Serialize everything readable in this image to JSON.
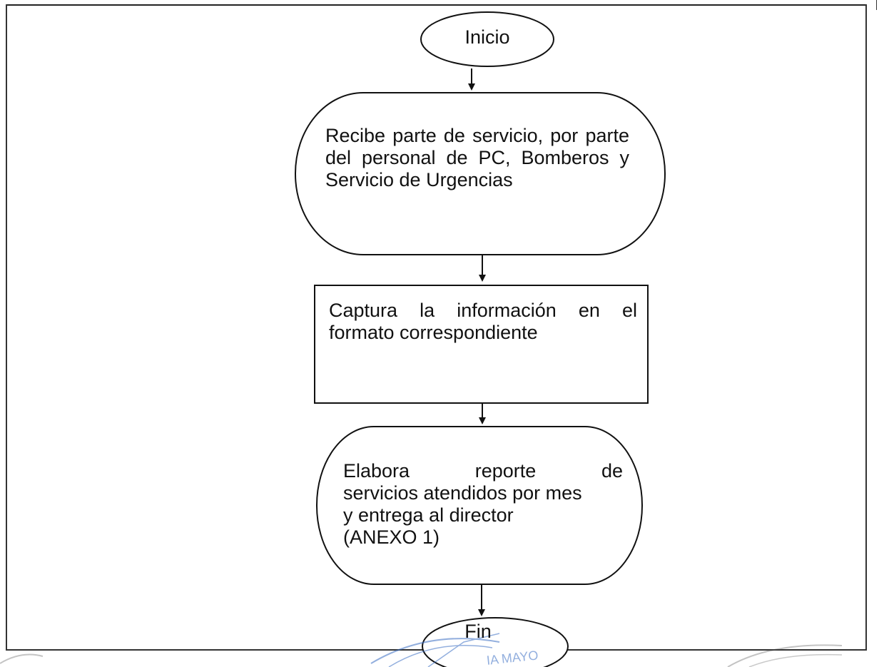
{
  "flowchart": {
    "start": {
      "label": "Inicio"
    },
    "step1": {
      "text": "Recibe parte de servicio, por parte del personal de PC, Bomberos y Servicio de Urgencias"
    },
    "step2": {
      "text": "Captura la información en el formato correspondiente"
    },
    "step3": {
      "line1": "Elabora reporte de",
      "line2": "servicios atendidos por mes",
      "line3": "y entrega al director",
      "line4": "(ANEXO 1)"
    },
    "end": {
      "label": "Fin"
    }
  },
  "stamp": {
    "partial_text": "IA MAYO"
  },
  "colors": {
    "stroke": "#111111",
    "stamp": "#3b6fc4"
  }
}
